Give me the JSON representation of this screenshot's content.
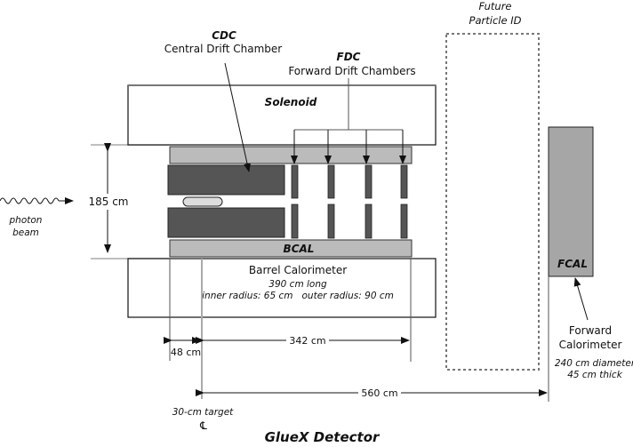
{
  "title": "GlueX Detector",
  "colors": {
    "dark_block": "#555555",
    "bcal_fill": "#bbbbbb",
    "fcal_fill": "#a6a6a6",
    "target_fill": "#dddddd",
    "outline": "#222222",
    "guide_line": "#aaaaaa",
    "dotted_box": "#777777"
  },
  "labels": {
    "cdc_abbr": "CDC",
    "cdc_name": "Central Drift Chamber",
    "fdc_abbr": "FDC",
    "fdc_name": "Forward Drift Chambers",
    "future_line1": "Future",
    "future_line2": "Particle ID",
    "solenoid": "Solenoid",
    "bcal": "BCAL",
    "bcal_name": "Barrel Calorimeter",
    "bcal_length": "390 cm long",
    "bcal_radii": "inner radius: 65 cm   outer radius: 90 cm",
    "fcal": "FCAL",
    "fcal_name_line1": "Forward",
    "fcal_name_line2": "Calorimeter",
    "fcal_diameter": "240 cm diameter",
    "fcal_thick": "45 cm thick",
    "photon_line1": "photon",
    "photon_line2": "beam",
    "target": "30-cm target",
    "centerline_symbol": "℄"
  },
  "dimensions": {
    "height": "185 cm",
    "offset": "48 cm",
    "bcal_span": "342 cm",
    "fcal_distance": "560 cm"
  }
}
